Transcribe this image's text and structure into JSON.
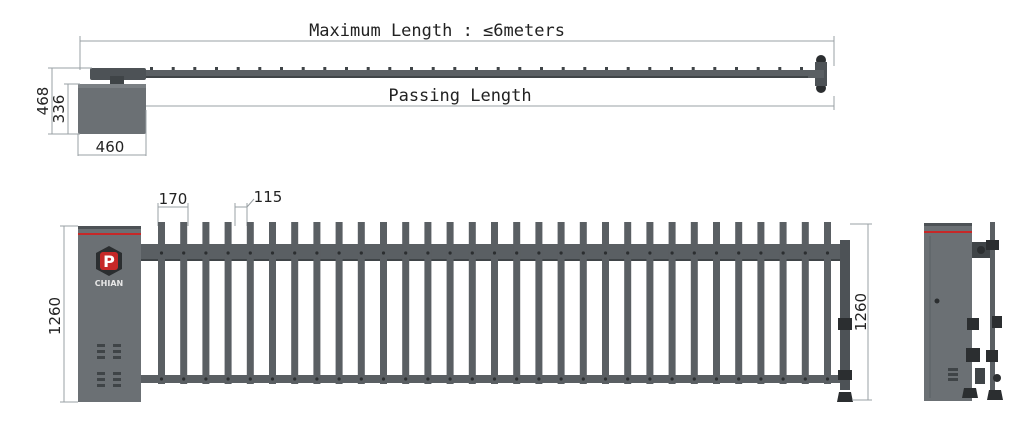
{
  "top_view": {
    "max_length_label": "Maximum Length : ≤6meters",
    "passing_length_label": "Passing Length",
    "width_label": "460",
    "height_label_outer": "468",
    "height_label_inner": "336"
  },
  "front_view": {
    "pitch_label": "170",
    "picket_label": "115",
    "left_height_label": "1260",
    "right_height_label": "1260",
    "brand_text": "CHIAN",
    "logo_letter": "P",
    "picket_count": 31
  },
  "colors": {
    "metal": "#5a5f63",
    "metal_dark": "#3f4447",
    "cabinet": "#6b7074",
    "logo_red": "#c62828",
    "dim_line": "#9aa0a4"
  }
}
